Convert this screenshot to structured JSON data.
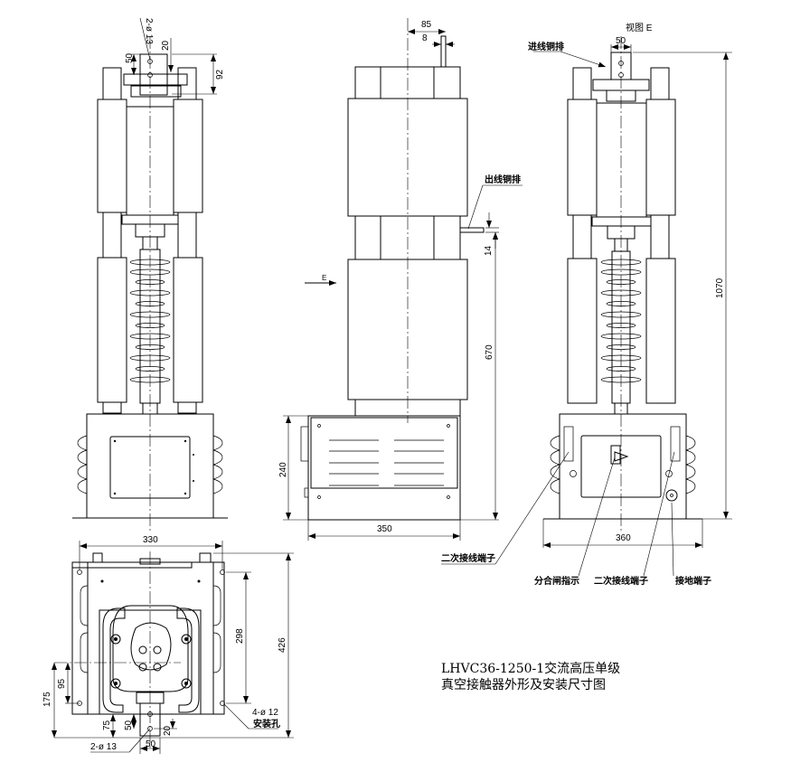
{
  "drawing": {
    "title_line1": "LHVC36-1250-1交流高压单级",
    "title_line2": "真空接触器外形及安装尺寸图",
    "view_e_label": "视图 E",
    "view_arrow_label": "E",
    "labels": {
      "incoming_busbar": "进线铜排",
      "outgoing_busbar": "出线铜排",
      "secondary_terminal_left": "二次接线端子",
      "open_close_indicator": "分合闸指示",
      "secondary_terminal_right": "二次接线端子",
      "ground_terminal": "接地端子",
      "mounting_hole": "安装孔",
      "mounting_hole_spec": "4-ø 12",
      "top_hole_spec": "2-ø 13",
      "bottom_hole_spec": "2-ø 13"
    },
    "dimensions": {
      "front_top_50": "50",
      "front_top_20": "20",
      "front_top_92": "92",
      "side_top_85": "85",
      "side_top_8": "8",
      "side_14": "14",
      "side_670": "670",
      "side_240": "240",
      "side_350": "350",
      "rear_50": "50",
      "rear_1070": "1070",
      "rear_360": "360",
      "bottom_330": "330",
      "bottom_298": "298",
      "bottom_426": "426",
      "bottom_95": "95",
      "bottom_175": "175",
      "bottom_75": "75",
      "bottom_50v": "50",
      "bottom_20": "20",
      "bottom_50h": "50"
    }
  }
}
